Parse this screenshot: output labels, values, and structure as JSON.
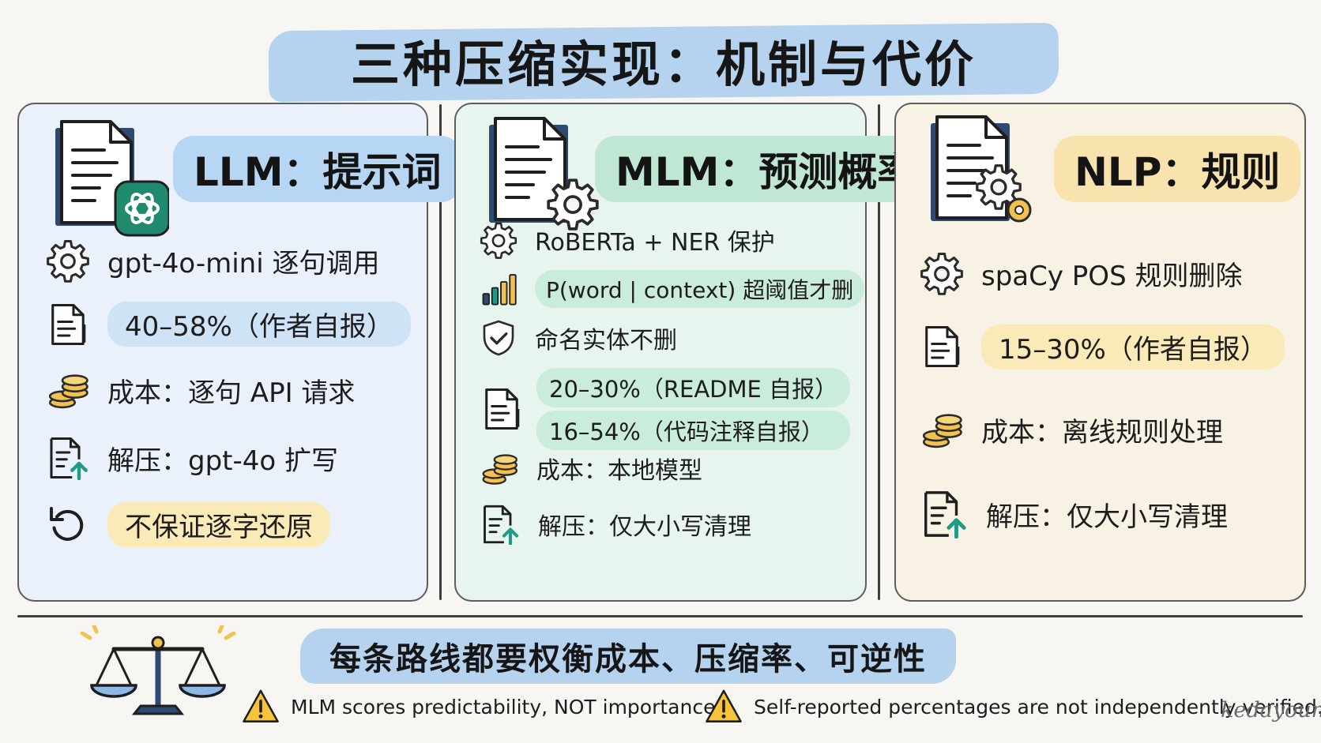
{
  "title": "三种压缩实现：机制与代价",
  "panels": {
    "llm": {
      "title": "LLM：提示词",
      "rows": [
        {
          "icon": "gear-icon",
          "text": "gpt-4o-mini 逐句调用"
        },
        {
          "icon": "document-icon",
          "text": "40–58%（作者自报）"
        },
        {
          "icon": "coins-icon",
          "text": "成本：逐句 API 请求"
        },
        {
          "icon": "document-upload-icon",
          "text": "解压：gpt-4o 扩写"
        },
        {
          "icon": "undo-icon",
          "text": "不保证逐字还原"
        }
      ]
    },
    "mlm": {
      "title": "MLM：预测概率",
      "rows": [
        {
          "icon": "gear-icon",
          "text": "RoBERTa + NER 保护"
        },
        {
          "icon": "bar-chart-icon",
          "text": "P(word | context) 超阈值才删"
        },
        {
          "icon": "shield-check-icon",
          "text": "命名实体不删"
        },
        {
          "icon": "document-icon",
          "text": "20–30%（README 自报）",
          "text2": "16–54%（代码注释自报）"
        },
        {
          "icon": "coins-icon",
          "text": "成本：本地模型"
        },
        {
          "icon": "document-upload-icon",
          "text": "解压：仅大小写清理"
        }
      ]
    },
    "nlp": {
      "title": "NLP：规则",
      "rows": [
        {
          "icon": "gear-icon",
          "text": "spaCy POS 规则删除"
        },
        {
          "icon": "document-icon",
          "text": "15–30%（作者自报）"
        },
        {
          "icon": "coins-icon",
          "text": "成本：离线规则处理"
        },
        {
          "icon": "document-upload-icon",
          "text": "解压：仅大小写清理"
        }
      ]
    }
  },
  "bottom": {
    "banner": "每条路线都要权衡成本、压缩率、可逆性",
    "warnings": [
      "MLM scores predictability, NOT importance.",
      "Self-reported percentages are not independently verified."
    ],
    "signature": "kedayoung"
  },
  "colors": {
    "blue": "#a9cdee",
    "green": "#bfe7d3",
    "yellow": "#f8e2ae",
    "openai_green": "#1f8a6e",
    "gear_navy": "#2f4a72",
    "coin_gold": "#f2c14e",
    "arrow_teal": "#1e9a86",
    "warning_yellow": "#f6c33b"
  }
}
